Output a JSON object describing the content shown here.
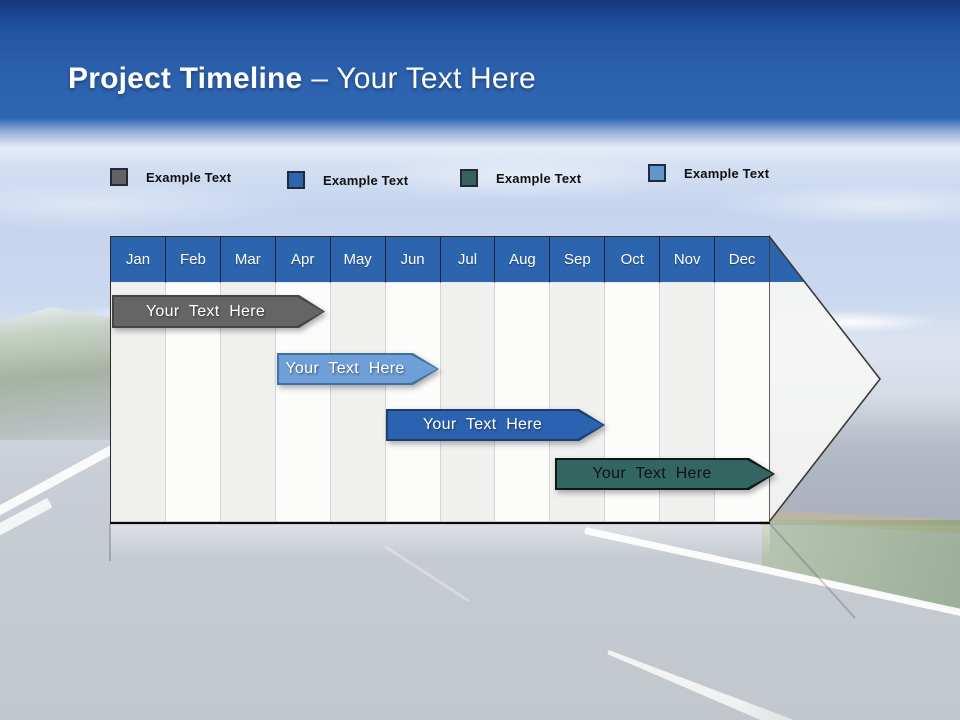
{
  "slide": {
    "title_bold": "Project Timeline",
    "title_light": "– Your Text Here"
  },
  "legend": {
    "items": [
      {
        "label": "Example Text",
        "color": "#636363"
      },
      {
        "label": "Example Text",
        "color": "#2d64ae"
      },
      {
        "label": "Example Text",
        "color": "#35645c"
      },
      {
        "label": "Example Text",
        "color": "#6096cc"
      }
    ]
  },
  "timeline": {
    "months": [
      "Jan",
      "Feb",
      "Mar",
      "Apr",
      "May",
      "Jun",
      "Jul",
      "Aug",
      "Sep",
      "Oct",
      "Nov",
      "Dec"
    ],
    "header_color": "#2d64ae",
    "bars": [
      {
        "label": "Your Text Here",
        "fill": "#656565",
        "border_color": "#454545",
        "text_color": "#ffffff",
        "start": "Jan",
        "end": "Apr"
      },
      {
        "label": "Your Text Here",
        "fill": "#6f9fd8",
        "border_color": "#41719c",
        "text_color": "#ffffff",
        "start": "Apr",
        "end": "Jun"
      },
      {
        "label": "Your Text Here",
        "fill": "#2c63b0",
        "border_color": "#1b3f6e",
        "text_color": "#ffffff",
        "start": "Jun",
        "end": "Sep"
      },
      {
        "label": "Your Text Here",
        "fill": "#336561",
        "border_color": "#101716",
        "text_color": "#121212",
        "start": "Sep",
        "end": "Dec"
      }
    ]
  },
  "chart_data": {
    "type": "bar",
    "subtype": "gantt-timeline",
    "title": "Project Timeline – Your Text Here",
    "x_categories": [
      "Jan",
      "Feb",
      "Mar",
      "Apr",
      "May",
      "Jun",
      "Jul",
      "Aug",
      "Sep",
      "Oct",
      "Nov",
      "Dec"
    ],
    "x_range_months": [
      0,
      12
    ],
    "legend_position": "top",
    "legend_entries": [
      {
        "label": "Example Text",
        "color": "#636363"
      },
      {
        "label": "Example Text",
        "color": "#2d64ae"
      },
      {
        "label": "Example Text",
        "color": "#35645c"
      },
      {
        "label": "Example Text",
        "color": "#6096cc"
      }
    ],
    "series": [
      {
        "name": "task-1",
        "label": "Your Text Here",
        "color": "#656565",
        "row": 1,
        "start_month_index": 0.0,
        "end_month_index": 3.9
      },
      {
        "name": "task-2",
        "label": "Your Text Here",
        "color": "#6f9fd8",
        "row": 2,
        "start_month_index": 3.0,
        "end_month_index": 6.0
      },
      {
        "name": "task-3",
        "label": "Your Text Here",
        "color": "#2c63b0",
        "row": 3,
        "start_month_index": 5.0,
        "end_month_index": 9.0
      },
      {
        "name": "task-4",
        "label": "Your Text Here",
        "color": "#336561",
        "row": 4,
        "start_month_index": 8.1,
        "end_month_index": 12.1
      }
    ]
  }
}
